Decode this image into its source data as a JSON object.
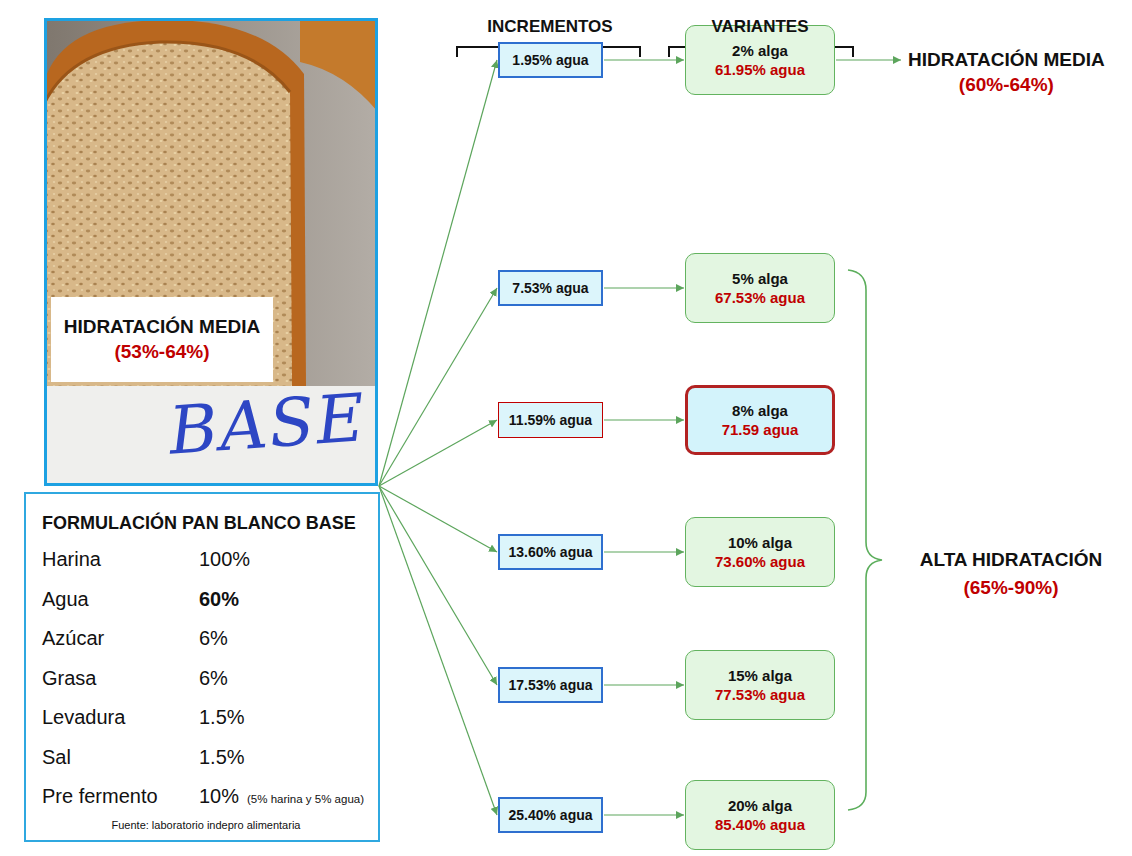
{
  "diagram": {
    "nodes": [
      {
        "text": [
          "HIDRATACIÓN MEDIA",
          "(53%-64%)",
          "BASE"
        ]
      },
      {
        "text": [
          "FORMULACIÓN PAN BLANCO BASE",
          "Harina",
          "100%",
          "Agua",
          "60%",
          "Azúcar",
          "6%",
          "Grasa",
          "6%",
          "Levadura",
          "1.5%",
          "Sal",
          "1.5%",
          "Pre fermento",
          "10%",
          "(5% harina y 5% agua)",
          "Fuente: laboratorio indepro alimentaria"
        ]
      },
      {
        "text": [
          "1.95% agua"
        ]
      },
      {
        "text": [
          "7.53% agua"
        ]
      },
      {
        "text": [
          "11.59% agua"
        ]
      },
      {
        "text": [
          "13.60% agua"
        ]
      },
      {
        "text": [
          "17.53% agua"
        ]
      },
      {
        "text": [
          "25.40% agua"
        ]
      },
      {
        "text": [
          "2% alga",
          "61.95% agua"
        ]
      },
      {
        "text": [
          "5% alga",
          "67.53% agua"
        ]
      },
      {
        "text": [
          "8% alga",
          "71.59 agua"
        ]
      },
      {
        "text": [
          "10% alga",
          "73.60% agua"
        ]
      },
      {
        "text": [
          "15% alga",
          "77.53% agua"
        ]
      },
      {
        "text": [
          "20% alga",
          "85.40% agua"
        ]
      },
      {
        "text": [
          "HIDRATACIÓN MEDIA",
          "(60%-64%)"
        ]
      }
    ],
    "edges": [
      {
        "from": 0,
        "to": 2,
        "arrow": "to"
      },
      {
        "from": 0,
        "to": 3,
        "arrow": "to"
      },
      {
        "from": 0,
        "to": 4,
        "arrow": "to"
      },
      {
        "from": 0,
        "to": 5,
        "arrow": "to"
      },
      {
        "from": 0,
        "to": 6,
        "arrow": "to"
      },
      {
        "from": 0,
        "to": 7,
        "arrow": "to"
      },
      {
        "from": 2,
        "to": 8,
        "arrow": "to"
      },
      {
        "from": 3,
        "to": 9,
        "arrow": "to"
      },
      {
        "from": 4,
        "to": 10,
        "arrow": "to"
      },
      {
        "from": 5,
        "to": 11,
        "arrow": "to"
      },
      {
        "from": 6,
        "to": 12,
        "arrow": "to"
      },
      {
        "from": 7,
        "to": 13,
        "arrow": "to"
      },
      {
        "from": 8,
        "to": 14,
        "arrow": "to"
      }
    ],
    "labels": [
      "INCREMENTOS",
      "VARIANTES",
      "ALTA HIDRATACIÓN",
      "(65%-90%)"
    ]
  }
}
